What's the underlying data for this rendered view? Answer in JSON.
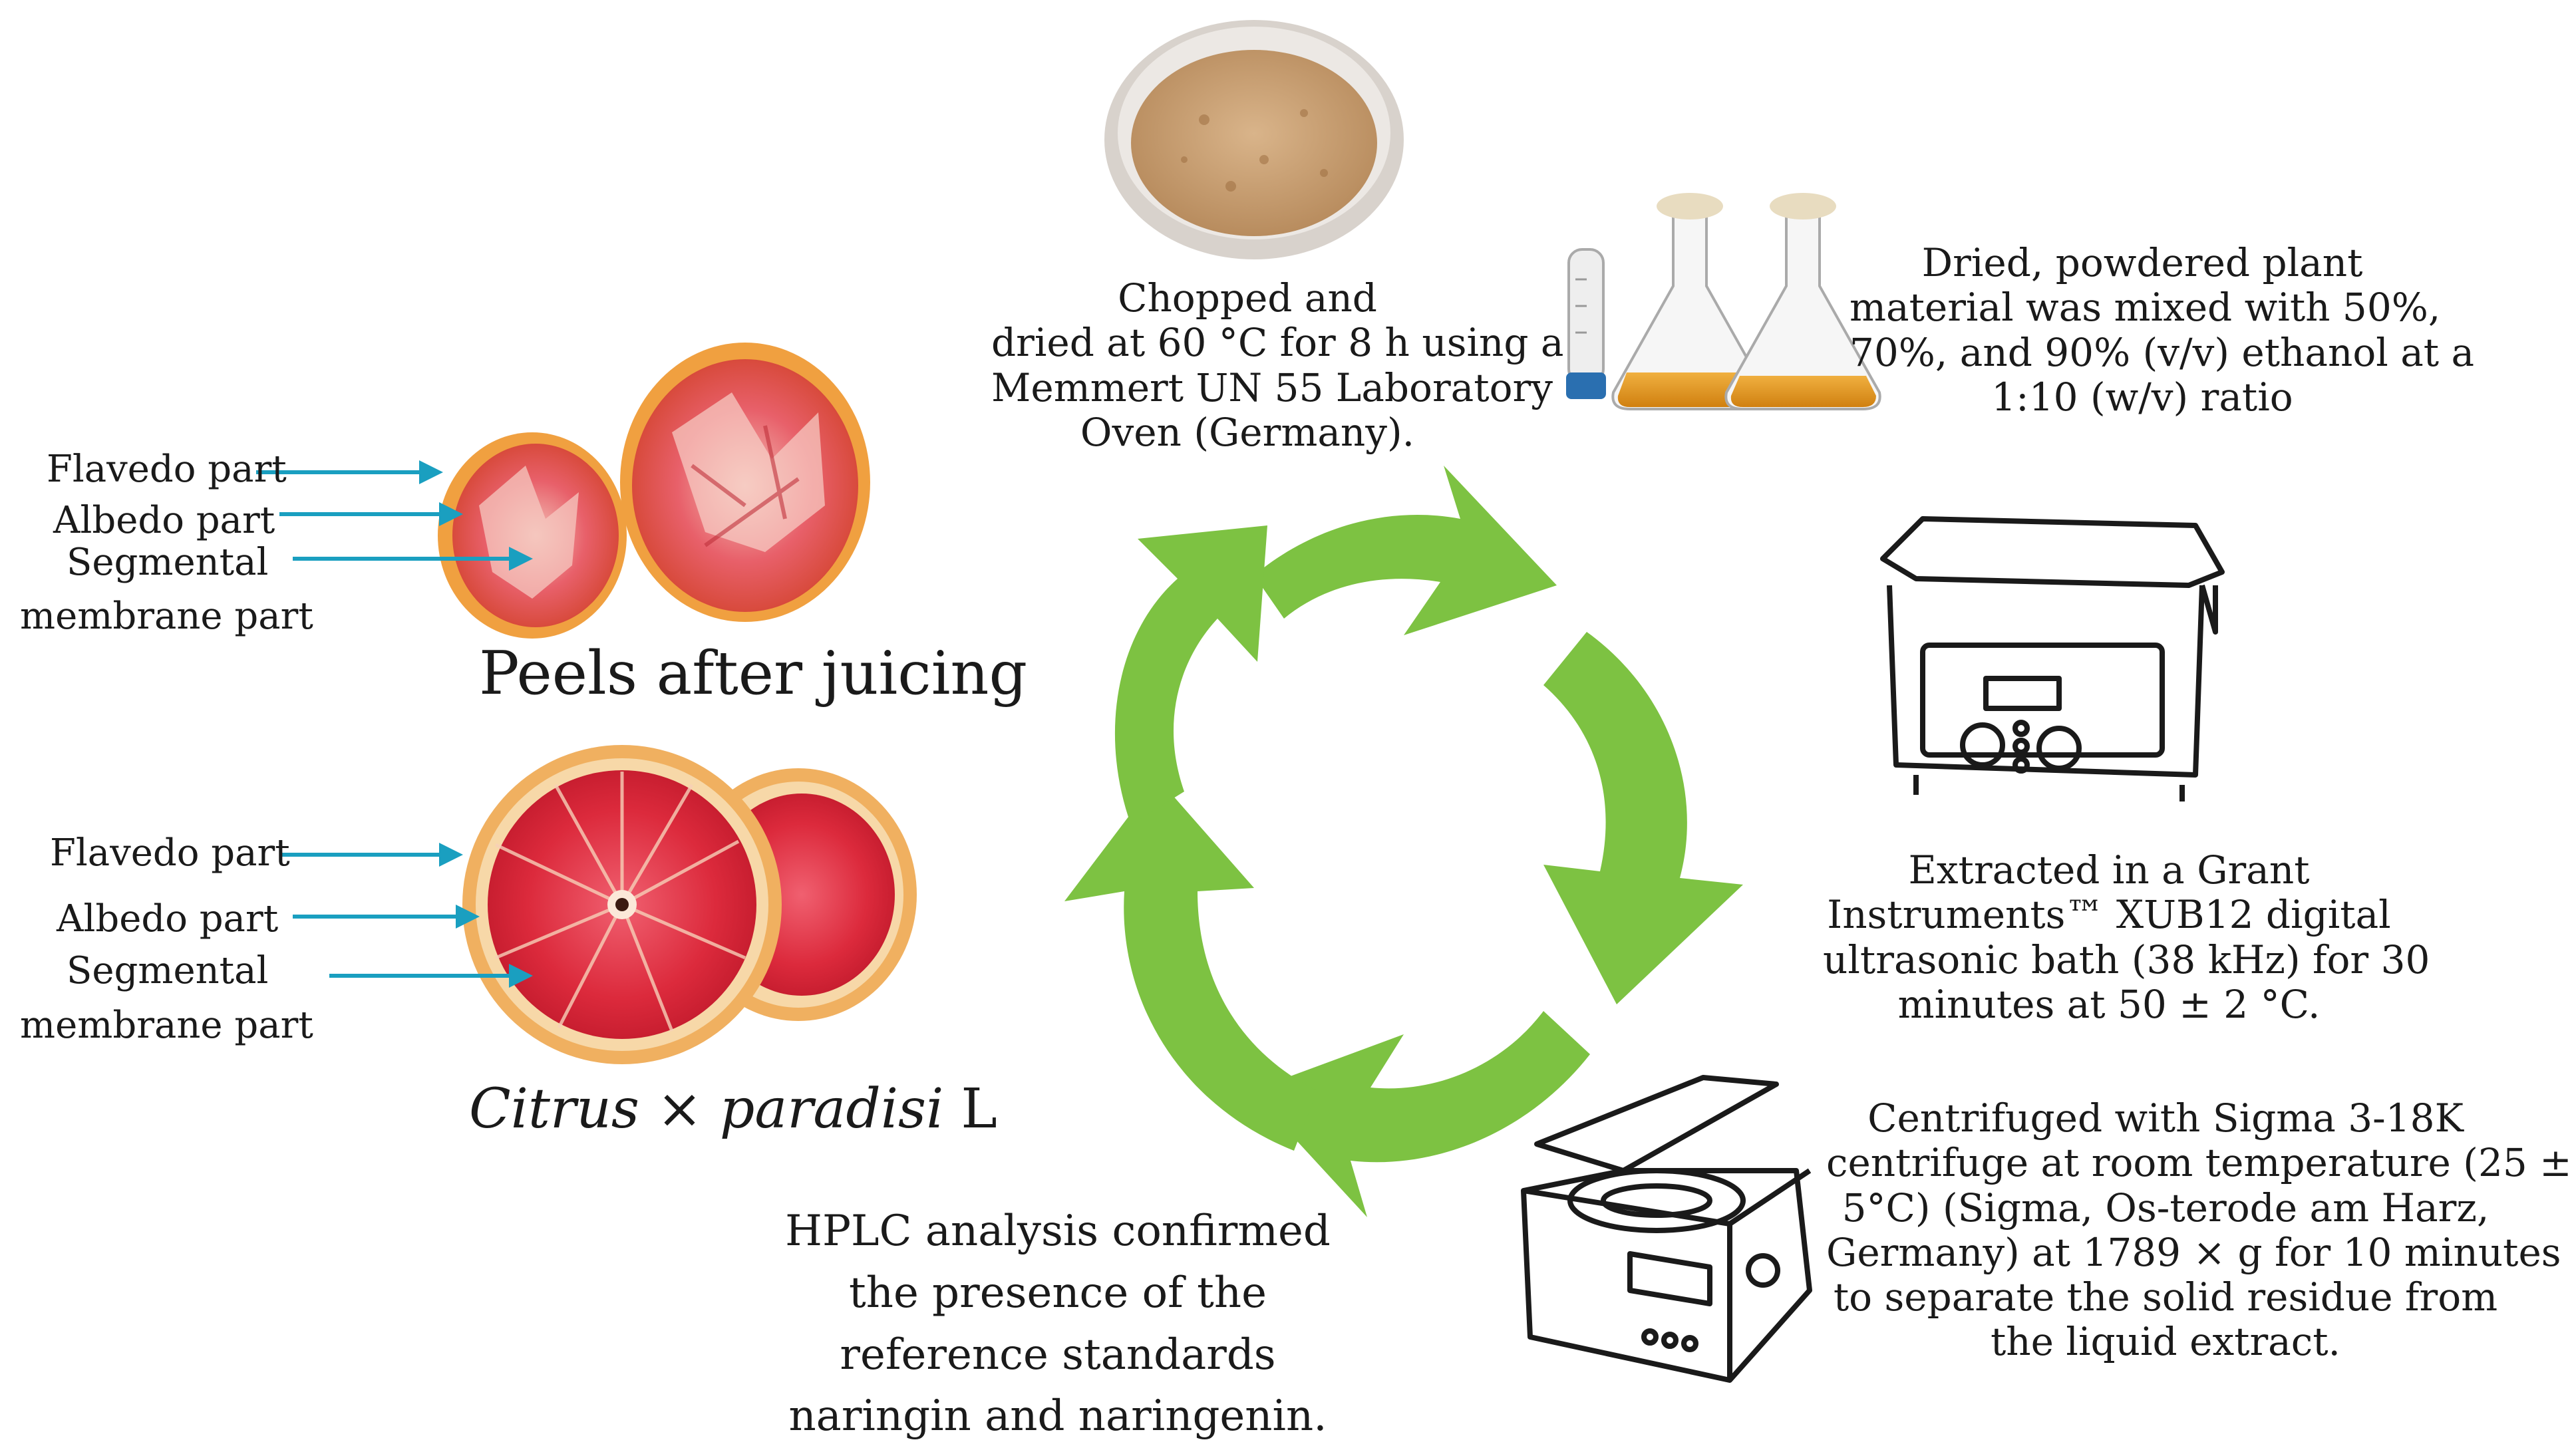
{
  "fresh_fruit": {
    "labels": [
      "Flavedo part",
      "Albedo part",
      "Segmental",
      "membrane  part"
    ],
    "name_italic_1": "Citrus",
    "name_mid": " × ",
    "name_italic_2": "paradisi",
    "name_end": " L"
  },
  "peels": {
    "labels": [
      "Flavedo part",
      "Albedo part",
      "Segmental",
      "membrane  part"
    ],
    "title": "Peels after juicing"
  },
  "steps": {
    "drying": [
      "Chopped  and",
      "dried at 60 °C for 8 h using a",
      "Memmert UN 55 Laboratory",
      "Oven (Germany)."
    ],
    "mixing": [
      "Dried, powdered plant",
      "material was mixed with 50%,",
      "70%, and 90% (v/v) ethanol at a",
      "1:10 (w/v) ratio"
    ],
    "extraction": [
      "Extracted in a Grant",
      "Instruments™ XUB12 digital",
      "ultrasonic bath (38 kHz) for 30",
      "minutes at 50 ± 2 °C."
    ],
    "centrifuge": [
      "Centrifuged with Sigma 3-18K",
      "centrifuge at room temperature (25 ±",
      "5°C) (Sigma, Os-terode am Harz,",
      "Germany) at 1789 × g for 10 minutes",
      "to separate the solid residue from",
      "the liquid extract."
    ],
    "hplc": [
      "HPLC analysis confirmed",
      "the presence of the",
      "reference standards",
      "naringin and naringenin."
    ]
  },
  "colors": {
    "cycle_arrow": "#7dc242",
    "label_arrow": "#1a9fc0",
    "grapefruit_flesh": "#e03040",
    "peel": "#f0a040"
  }
}
